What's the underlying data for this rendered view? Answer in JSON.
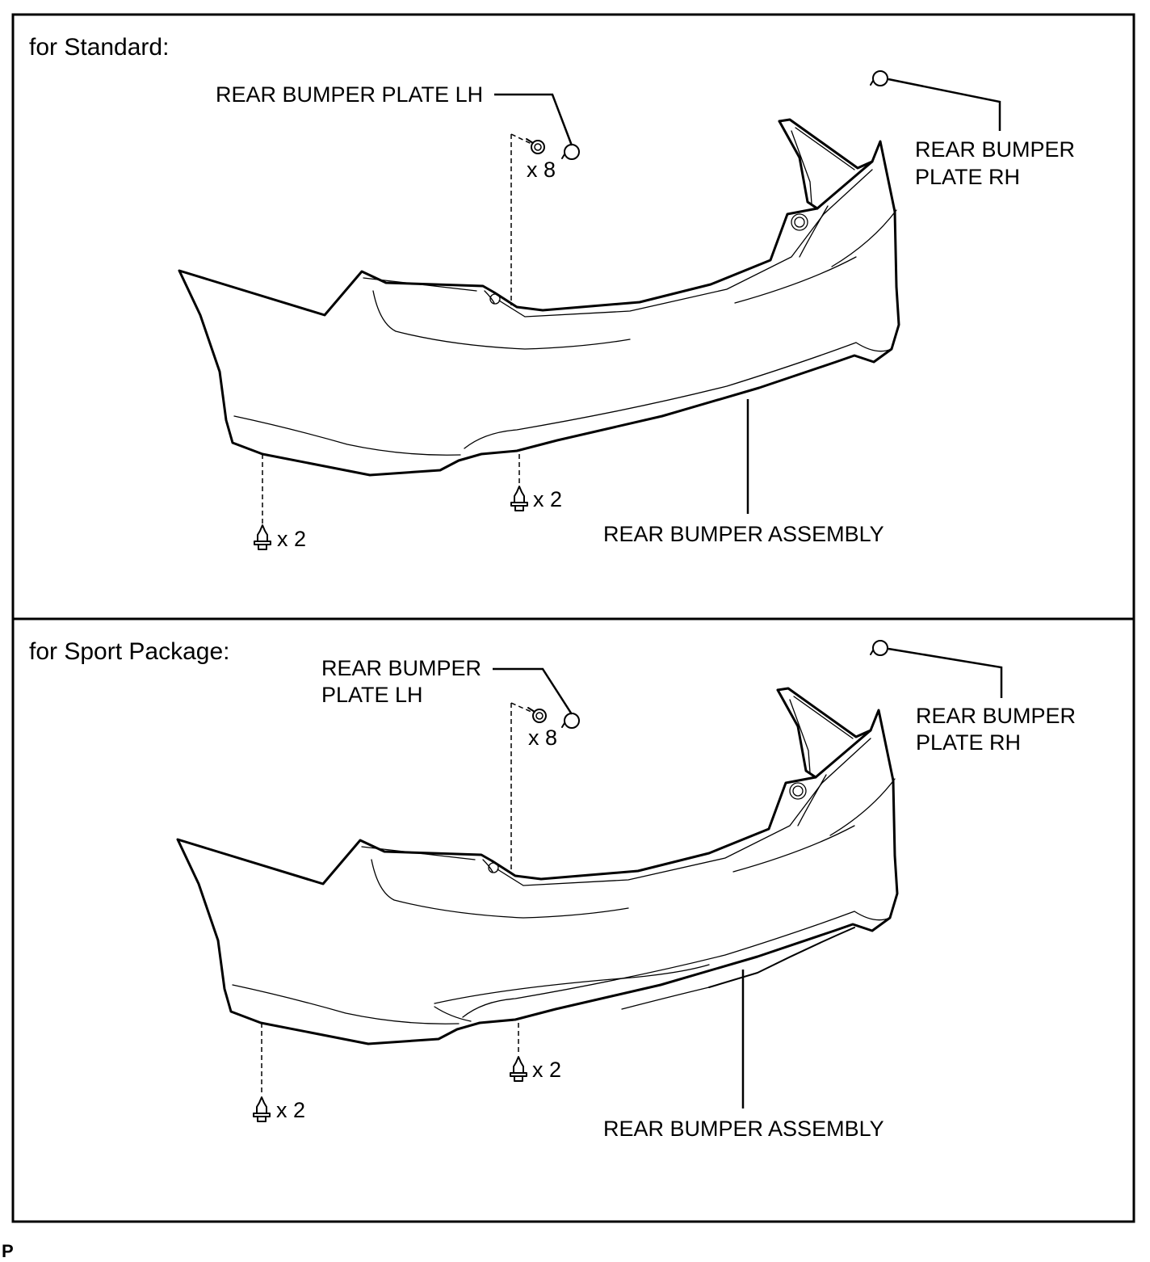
{
  "panels": [
    {
      "title": "for Standard:",
      "label_plate_lh": "REAR BUMPER PLATE LH",
      "label_plate_rh_line1": "REAR BUMPER",
      "label_plate_rh_line2": "PLATE RH",
      "label_assembly": "REAR BUMPER ASSEMBLY",
      "qty_screws": "x 8",
      "qty_clips_center": "x 2",
      "qty_clips_left": "x 2"
    },
    {
      "title": "for Sport Package:",
      "label_plate_lh_line1": "REAR BUMPER",
      "label_plate_lh_line2": "PLATE LH",
      "label_plate_rh_line1": "REAR BUMPER",
      "label_plate_rh_line2": "PLATE RH",
      "label_assembly": "REAR BUMPER ASSEMBLY",
      "qty_screws": "x 8",
      "qty_clips_center": "x 2",
      "qty_clips_left": "x 2"
    }
  ],
  "figure_code": "P"
}
